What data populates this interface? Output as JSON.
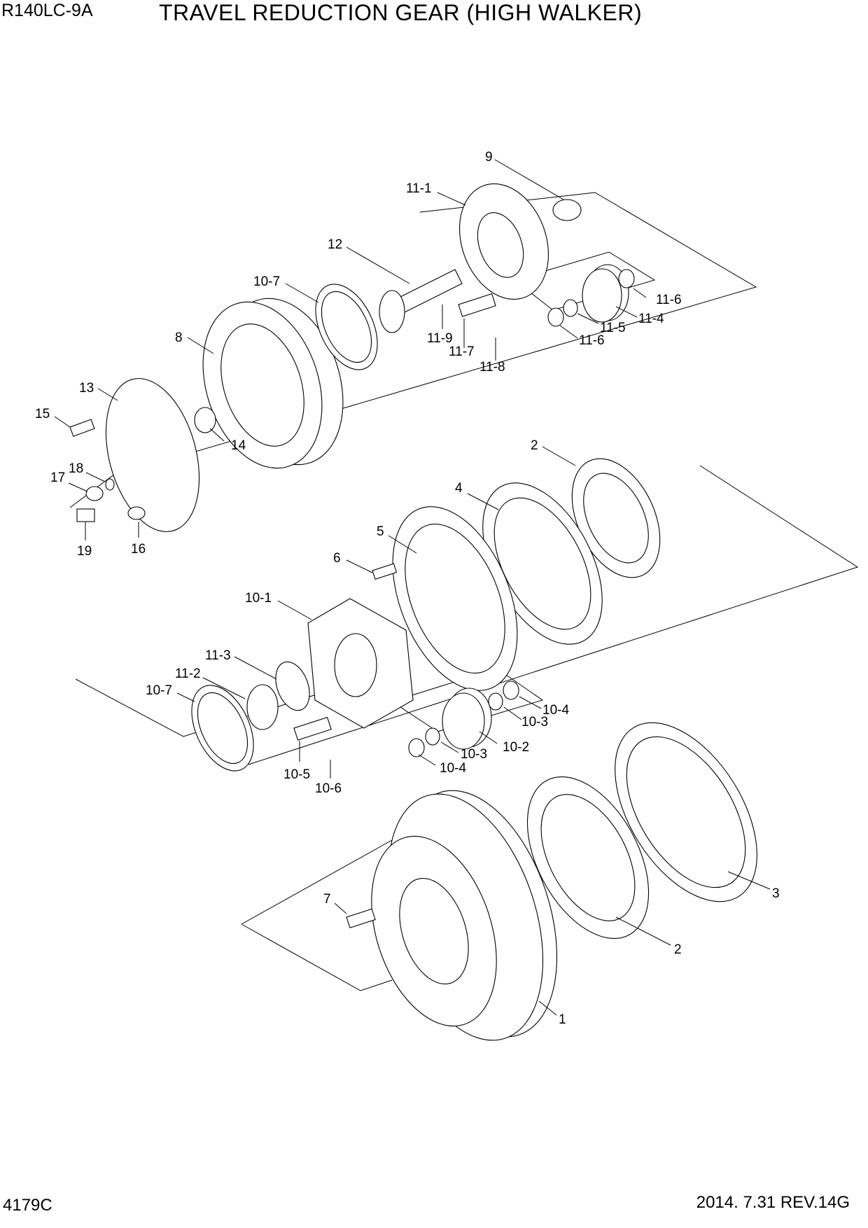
{
  "header": {
    "model": "R140LC-9A",
    "title": "TRAVEL REDUCTION GEAR (HIGH WALKER)"
  },
  "footer": {
    "page_code": "4179C",
    "revision": "2014. 7.31  REV.14G"
  },
  "callouts": [
    {
      "id": "c-9",
      "text": "9"
    },
    {
      "id": "c-11-1",
      "text": "11-1"
    },
    {
      "id": "c-12",
      "text": "12"
    },
    {
      "id": "c-10-7a",
      "text": "10-7"
    },
    {
      "id": "c-8",
      "text": "8"
    },
    {
      "id": "c-11-6a",
      "text": "11-6"
    },
    {
      "id": "c-11-4",
      "text": "11-4"
    },
    {
      "id": "c-11-5",
      "text": "11-5"
    },
    {
      "id": "c-11-6b",
      "text": "11-6"
    },
    {
      "id": "c-11-9",
      "text": "11-9"
    },
    {
      "id": "c-11-7",
      "text": "11-7"
    },
    {
      "id": "c-11-8",
      "text": "11-8"
    },
    {
      "id": "c-13",
      "text": "13"
    },
    {
      "id": "c-15",
      "text": "15"
    },
    {
      "id": "c-14",
      "text": "14"
    },
    {
      "id": "c-18",
      "text": "18"
    },
    {
      "id": "c-17",
      "text": "17"
    },
    {
      "id": "c-19",
      "text": "19"
    },
    {
      "id": "c-16",
      "text": "16"
    },
    {
      "id": "c-2a",
      "text": "2"
    },
    {
      "id": "c-4",
      "text": "4"
    },
    {
      "id": "c-5",
      "text": "5"
    },
    {
      "id": "c-6",
      "text": "6"
    },
    {
      "id": "c-10-1",
      "text": "10-1"
    },
    {
      "id": "c-11-3",
      "text": "11-3"
    },
    {
      "id": "c-11-2",
      "text": "11-2"
    },
    {
      "id": "c-10-7b",
      "text": "10-7"
    },
    {
      "id": "c-10-4a",
      "text": "10-4"
    },
    {
      "id": "c-10-3a",
      "text": "10-3"
    },
    {
      "id": "c-10-2",
      "text": "10-2"
    },
    {
      "id": "c-10-3b",
      "text": "10-3"
    },
    {
      "id": "c-10-4b",
      "text": "10-4"
    },
    {
      "id": "c-10-5",
      "text": "10-5"
    },
    {
      "id": "c-10-6",
      "text": "10-6"
    },
    {
      "id": "c-7",
      "text": "7"
    },
    {
      "id": "c-3",
      "text": "3"
    },
    {
      "id": "c-2b",
      "text": "2"
    },
    {
      "id": "c-1",
      "text": "1"
    }
  ]
}
